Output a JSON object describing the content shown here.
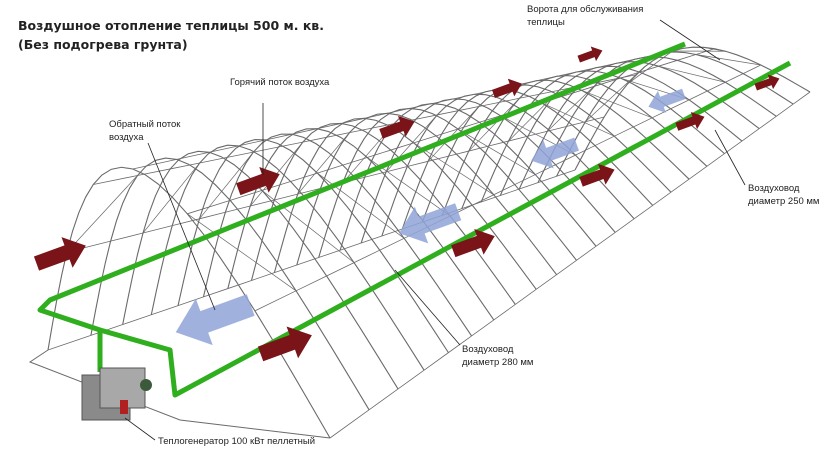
{
  "title": {
    "line1": "Воздушное отопление теплицы 500 м. кв.",
    "line2": "(Без подогрева грунта)"
  },
  "labels": {
    "hot_flow": "Горячий поток воздуха",
    "return_flow_1": "Обратный поток",
    "return_flow_2": "воздуха",
    "gate_1": "Ворота для обслуживания",
    "gate_2": "теплицы",
    "duct250_1": "Воздуховод",
    "duct250_2": "диаметр 250 мм",
    "duct280_1": "Воздуховод",
    "duct280_2": "диаметр 280 мм",
    "generator": "Теплогенератор 100 кВт пеллетный"
  },
  "colors": {
    "duct": "#2fae1e",
    "hot_arrow": "#7a1418",
    "cold_arrow": "#8fa3d8",
    "frame": "#6a6a6a"
  }
}
